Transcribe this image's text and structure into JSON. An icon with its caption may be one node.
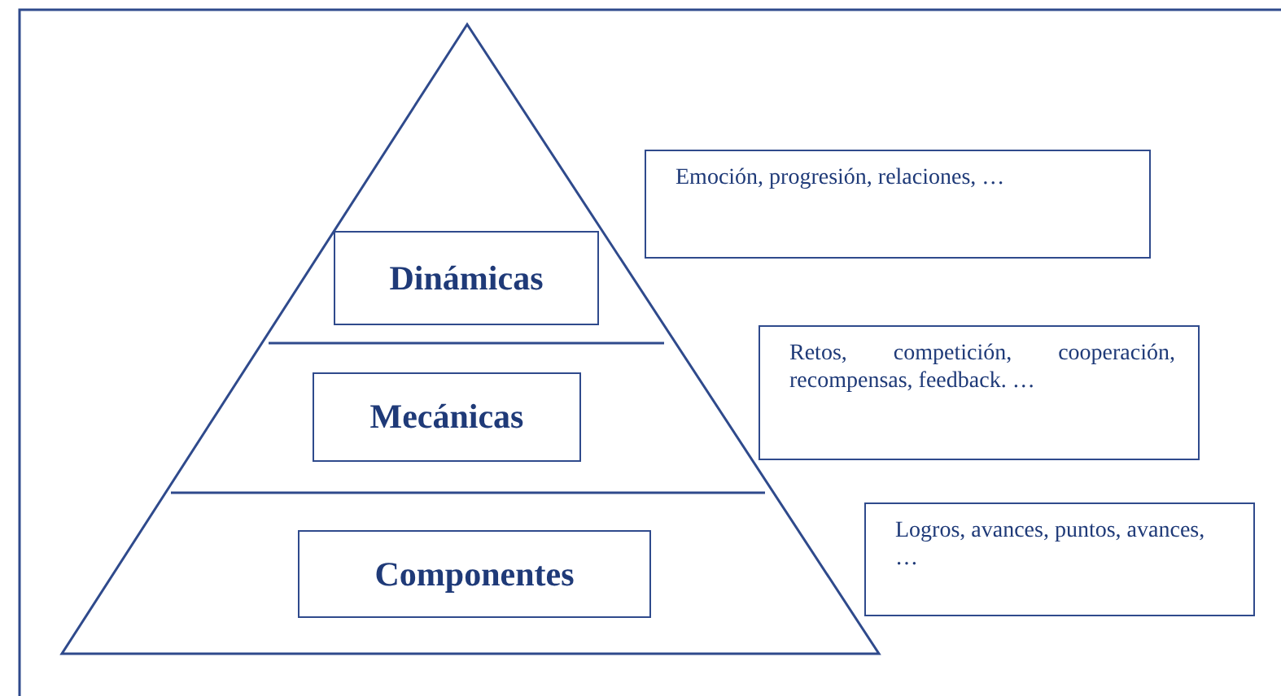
{
  "diagram": {
    "nodes": [
      {
        "text": [
          "Dinámicas"
        ]
      },
      {
        "text": [
          "Mecánicas"
        ]
      },
      {
        "text": [
          "Componentes"
        ]
      },
      {
        "text": [
          "Emoción, progresión, relaciones, …"
        ]
      },
      {
        "text": [
          "Retos, competición, cooperación, recompensas, feedback. …"
        ]
      },
      {
        "text": [
          "Logros, avances, puntos, avances, …"
        ]
      }
    ]
  }
}
